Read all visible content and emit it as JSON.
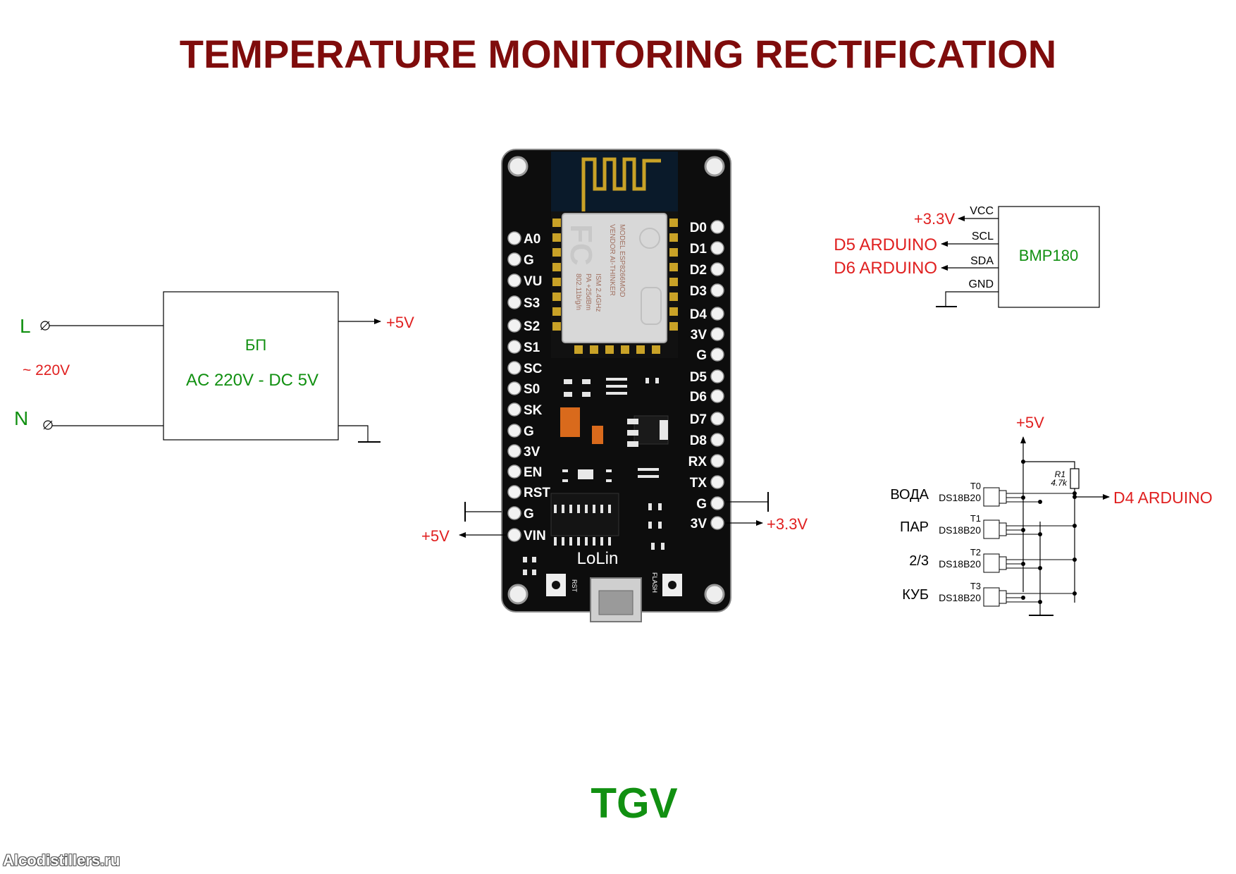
{
  "title": "TEMPERATURE MONITORING RECTIFICATION",
  "footer": "TGV",
  "watermark": "Alcodistillers.ru",
  "colors": {
    "title": "#7f0c0c",
    "red": "#e02020",
    "green": "#119011",
    "board": "#111111",
    "gold": "#c9a227"
  },
  "power_supply": {
    "input_l": "L",
    "input_n": "N",
    "mains": "~ 220V",
    "name": "БП",
    "spec": "AC 220V - DC 5V",
    "output": "+5V"
  },
  "board": {
    "left_pins": [
      "A0",
      "G",
      "VU",
      "S3",
      "S2",
      "S1",
      "SC",
      "S0",
      "SK",
      "G",
      "3V",
      "EN",
      "RST",
      "G",
      "VIN"
    ],
    "right_pins": [
      "D0",
      "D1",
      "D2",
      "D3",
      "D4",
      "3V",
      "G",
      "D5",
      "D6",
      "D7",
      "D8",
      "RX",
      "TX",
      "G",
      "3V"
    ],
    "brand": "LoLin",
    "module_text": [
      "MODEL ESP8266MOD",
      "VENDOR AI-THINKER",
      "ISM 2.4GHz",
      "PA +25dBm",
      "802.11b/g/n"
    ],
    "button_rst": "RST",
    "button_flash": "FLASH",
    "vin_label": "+5V",
    "out_3v3_label": "+3.3V"
  },
  "bmp180": {
    "name": "BMP180",
    "pins": [
      "VCC",
      "SCL",
      "SDA",
      "GND"
    ],
    "vcc_label": "+3.3V",
    "scl_label": "D5 ARDUINO",
    "sda_label": "D6 ARDUINO"
  },
  "sensors": {
    "supply": "+5V",
    "output": "D4 ARDUINO",
    "resistor_name": "R1",
    "resistor_value": "4.7k",
    "items": [
      {
        "name": "ВОДА",
        "id": "T0",
        "part": "DS18B20"
      },
      {
        "name": "ПАР",
        "id": "T1",
        "part": "DS18B20"
      },
      {
        "name": "2/3",
        "id": "T2",
        "part": "DS18B20"
      },
      {
        "name": "КУБ",
        "id": "T3",
        "part": "DS18B20"
      }
    ]
  }
}
